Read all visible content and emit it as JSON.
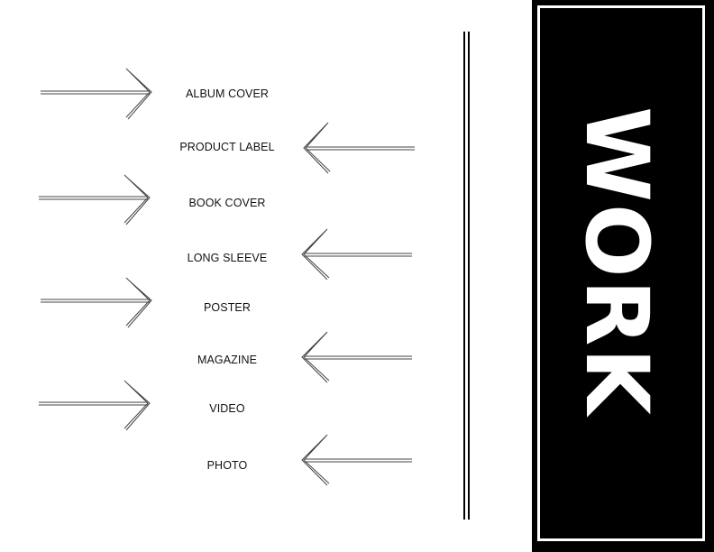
{
  "menu": {
    "items": [
      {
        "label": "ALBUM COVER",
        "arrow": "right"
      },
      {
        "label": "PRODUCT LABEL",
        "arrow": "left"
      },
      {
        "label": "BOOK COVER",
        "arrow": "right"
      },
      {
        "label": "LONG SLEEVE",
        "arrow": "left"
      },
      {
        "label": "POSTER",
        "arrow": "right"
      },
      {
        "label": "MAGAZINE",
        "arrow": "left"
      },
      {
        "label": "VIDEO",
        "arrow": "right"
      },
      {
        "label": "PHOTO",
        "arrow": "left"
      }
    ]
  },
  "panel": {
    "title": "WORK"
  },
  "colors": {
    "background": "#ffffff",
    "panel": "#000000",
    "text": "#111111",
    "arrow": "#444444"
  }
}
